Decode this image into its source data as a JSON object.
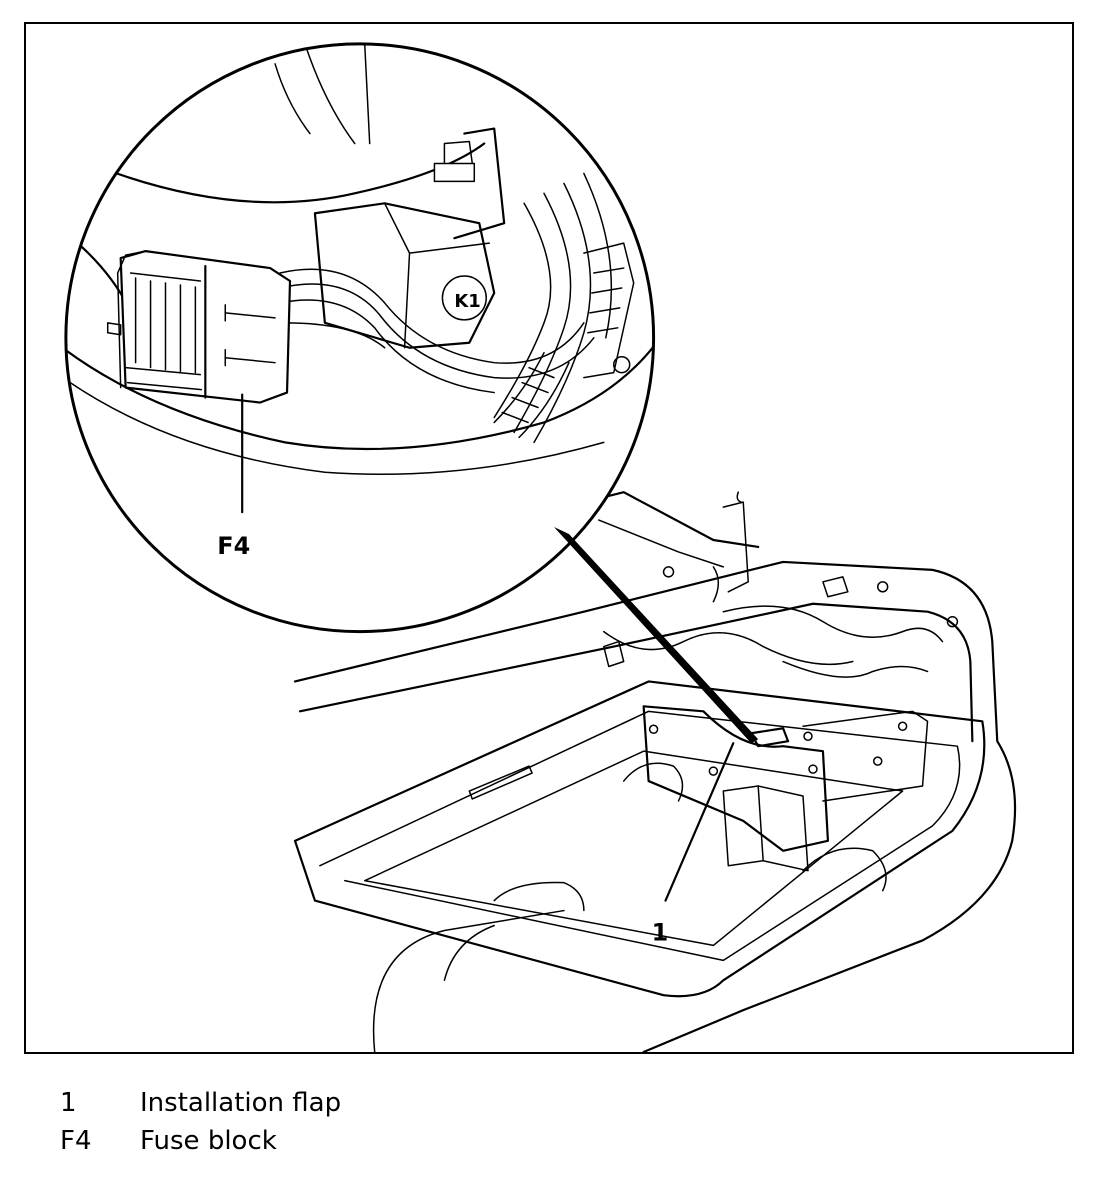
{
  "callouts": {
    "fuse_block": "F4",
    "installation_flap": "1",
    "relay_mark": "K1"
  },
  "legend": [
    {
      "code": "1",
      "text": "Installation flap"
    },
    {
      "code": "F4",
      "text": "Fuse block"
    }
  ]
}
